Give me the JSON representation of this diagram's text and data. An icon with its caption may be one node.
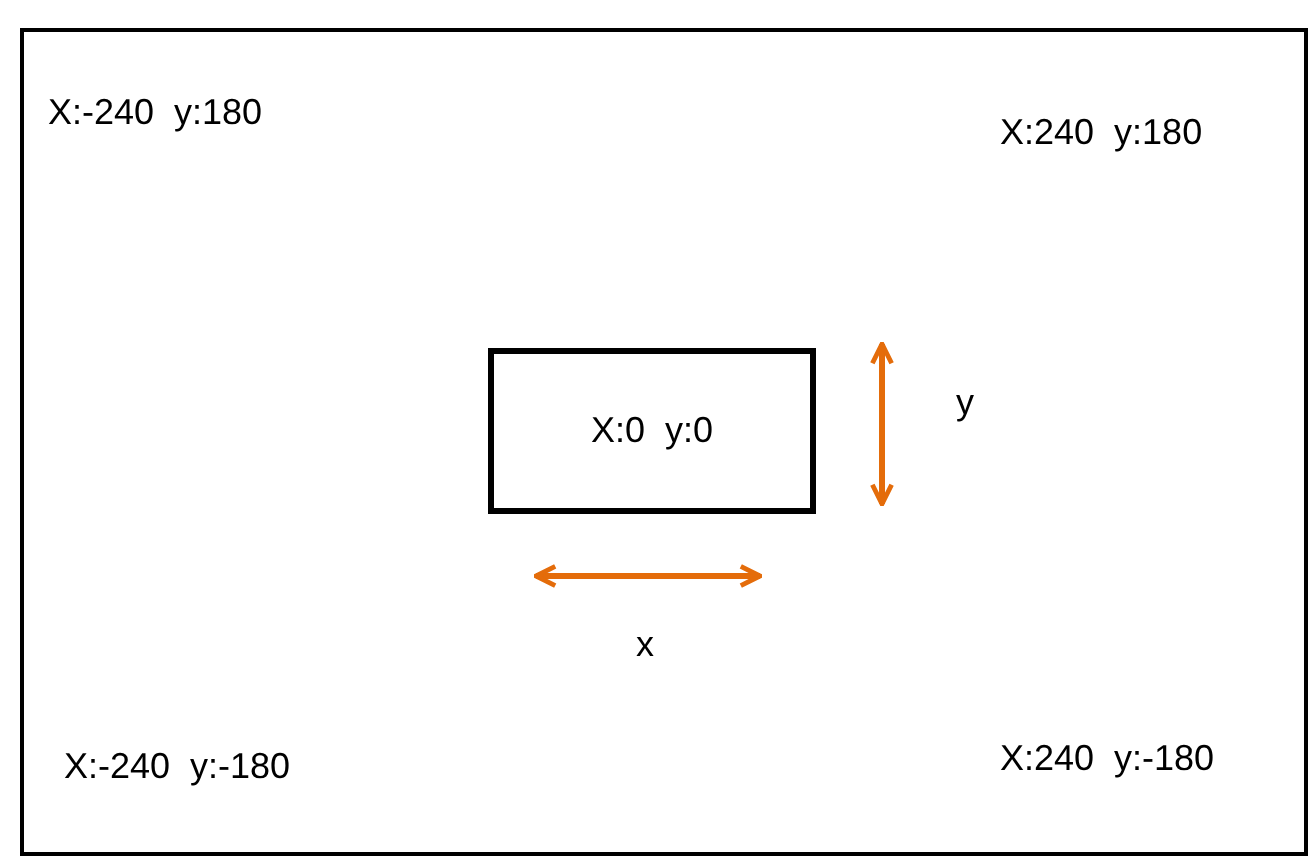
{
  "diagram": {
    "nodes": [
      {
        "text": [],
        "shape": "box"
      },
      {
        "text": [
          "X:0  y:0"
        ],
        "in": 0
      }
    ],
    "labels": [
      "X:-240  y:180",
      "X:240  y:180",
      "y",
      "x",
      "X:-240  y:-180",
      "X:240  y:-180"
    ]
  }
}
